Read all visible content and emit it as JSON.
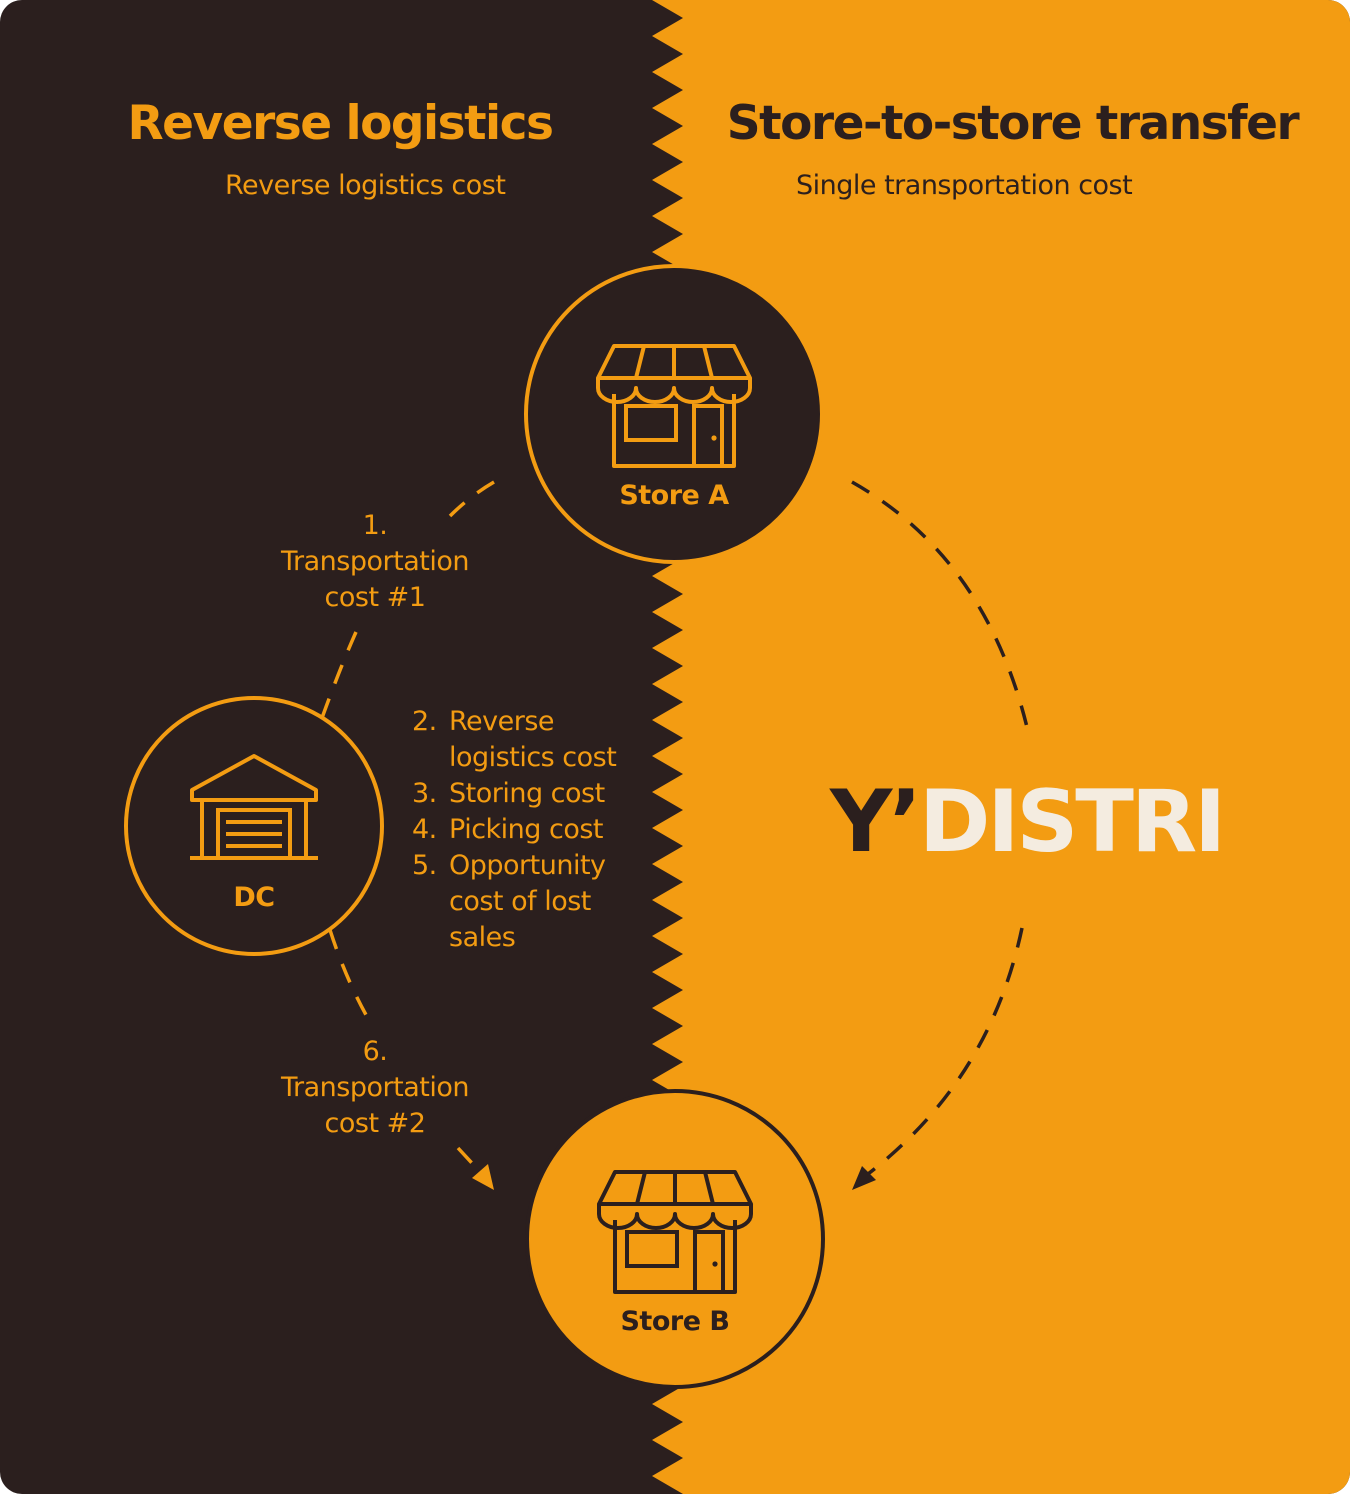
{
  "colors": {
    "dark": "#2b1f1e",
    "orange": "#f39c12",
    "cream": "#f4ece0"
  },
  "left_panel": {
    "title": "Reverse logistics",
    "subtitle": "Reverse logistics cost"
  },
  "right_panel": {
    "title": "Store-to-store transfer",
    "subtitle": "Single transportation cost"
  },
  "nodes": {
    "store_a": {
      "label": "Store A",
      "icon": "store-icon"
    },
    "dc": {
      "label": "DC",
      "icon": "warehouse-icon"
    },
    "store_b": {
      "label": "Store B",
      "icon": "store-icon"
    }
  },
  "steps": {
    "step1": {
      "number": "1.",
      "line1": "Transportation",
      "line2": "cost #1"
    },
    "step6": {
      "number": "6.",
      "line1": "Transportation",
      "line2": "cost #2"
    }
  },
  "dc_costs": [
    {
      "number": "2.",
      "label": "Reverse logistics cost"
    },
    {
      "number": "3.",
      "label": "Storing cost"
    },
    {
      "number": "4.",
      "label": "Picking cost"
    },
    {
      "number": "5.",
      "label": "Opportunity cost of lost sales"
    }
  ],
  "brand": {
    "part1": "Y’",
    "part2": "DISTRI"
  }
}
